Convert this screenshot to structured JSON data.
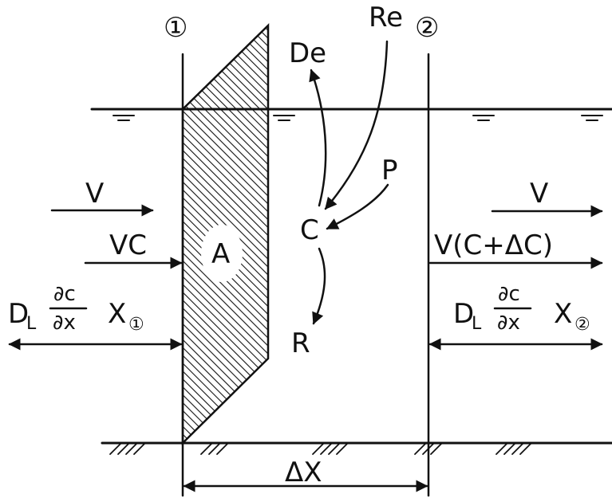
{
  "section_1": "①",
  "section_2": "②",
  "labels": {
    "De": "De",
    "Re": "Re",
    "P": "P",
    "C": "C",
    "R": "R",
    "A": "A",
    "V_left": "V",
    "V_right": "V",
    "VC": "VC",
    "V_C_dC": "V(C+ΔC)",
    "D": "D",
    "L": "L",
    "dc": "∂c",
    "dx": "∂x",
    "X": "X",
    "delta_x": "ΔX"
  }
}
